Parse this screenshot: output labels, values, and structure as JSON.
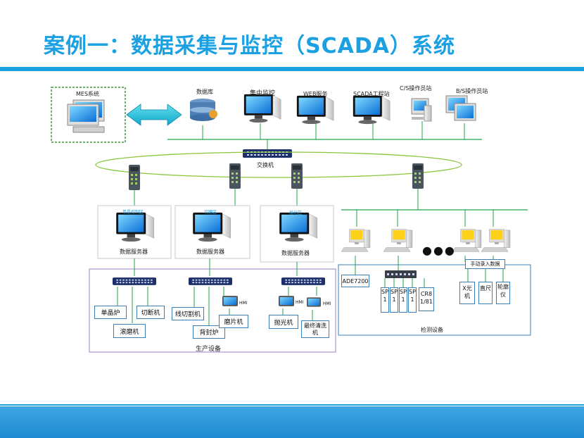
{
  "title": "案例一：数据采集与监控（SCADA）系统",
  "top": {
    "mes": "MES系统",
    "database": "数据库",
    "central_monitor": "集中监控",
    "web_service": "WEB服务",
    "scada_station": "SCADA工程站",
    "cs_station": "C/S操作员站",
    "bs_station": "B/S操作员站",
    "switch": "交换机"
  },
  "zones": {
    "z1_tag": "单晶控制区",
    "z2_tag": "切磨区",
    "z3_tag": "抛光区",
    "server": "数据服务器"
  },
  "devices": {
    "danjinglu": "单晶炉",
    "qieduanji": "切断机",
    "gunmoji": "滚磨机",
    "xianqiegeji": "线切割机",
    "beifenglu": "背封炉",
    "mopianji": "磨片机",
    "paoguangji": "抛光机",
    "zuizhong": "最终清洗机",
    "hmi": "HMI",
    "production": "生产设备"
  },
  "inspection": {
    "ade": "ADE7200",
    "sp": [
      "SP1",
      "SP1",
      "SP1",
      "SP1"
    ],
    "cr": "CR81/81",
    "manual": "手动录入数据",
    "xray": "X光机",
    "ruler": "直尺",
    "profiler": "轮廓仪",
    "label": "检测设备",
    "dots": "●●●"
  }
}
